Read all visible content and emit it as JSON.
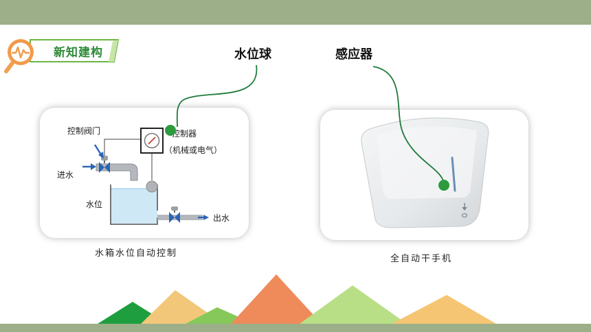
{
  "section_badge": {
    "label": "新知建构",
    "icon": "magnifier-pulse-icon"
  },
  "callouts": {
    "float_ball": "水位球",
    "sensor": "感应器"
  },
  "water_tank_figure": {
    "labels": {
      "control_valve": "控制阀门",
      "controller": "控制器",
      "controller_type": "（机械或电气）",
      "water_in": "进水",
      "water_level": "水位",
      "water_out": "出水"
    },
    "caption": "水箱水位自动控制"
  },
  "hand_dryer_figure": {
    "caption": "全自动干手机"
  },
  "colors": {
    "header_bar": "#9caf88",
    "marker_dot": "#2e9a3e",
    "badge_text": "#2f8a3a",
    "mountain_green_dark": "#1e9e3e",
    "mountain_yellow": "#f2c77a",
    "mountain_orange": "#ef8a5a",
    "mountain_green_light": "#b9df86"
  }
}
